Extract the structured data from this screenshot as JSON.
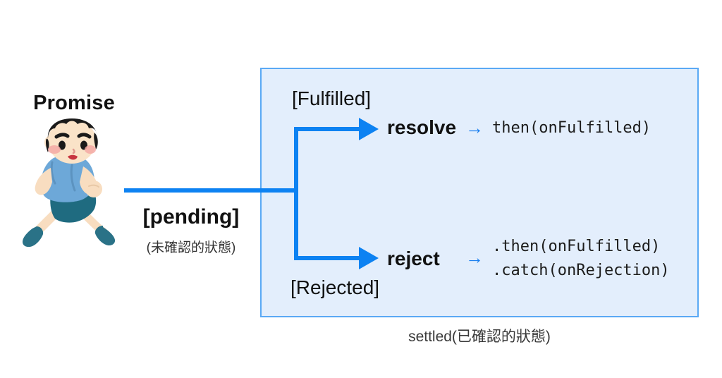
{
  "diagram": {
    "title_label": "Promise",
    "pending": {
      "state_label": "[pending]",
      "state_note": "(未確認的狀態)"
    },
    "settled_box": {
      "caption": "settled(已確認的狀態)",
      "fill_color": "#e3eefc",
      "border_color": "#5aa9f5"
    },
    "branches": [
      {
        "state_label": "[Fulfilled]",
        "action_label": "resolve",
        "arrow_glyph": "→",
        "handlers": [
          "then(onFulfilled)"
        ]
      },
      {
        "state_label": "[Rejected]",
        "action_label": "reject",
        "arrow_glyph": "→",
        "handlers": [
          ".then(onFulfilled)",
          ".catch(onRejection)"
        ]
      }
    ],
    "accent_color": "#0d82f2",
    "illustration": {
      "name": "running-boy",
      "hair_color": "#1a1a1a",
      "skin_color": "#f8ddc0",
      "shirt_color": "#6da8d8",
      "shorts_color": "#1f6b80",
      "shoe_color": "#2a7287",
      "cheek_color": "#f3a9a4"
    }
  }
}
